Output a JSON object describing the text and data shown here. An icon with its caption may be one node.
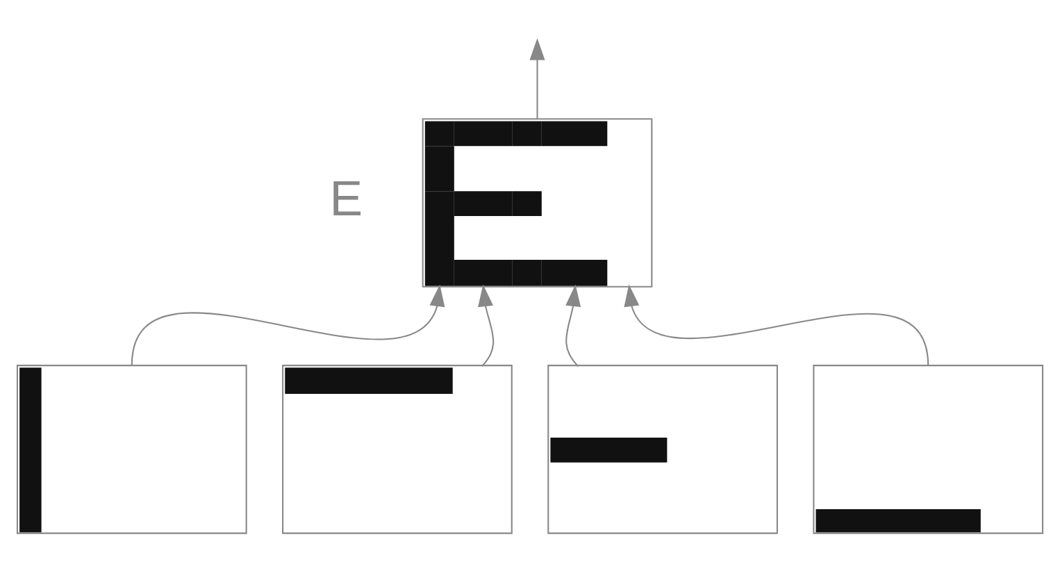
{
  "diagram": {
    "nodes": [
      {
        "text": [],
        "shape": "box",
        "beside": [
          "E"
        ]
      },
      {
        "text": [],
        "shape": "box"
      },
      {
        "text": [],
        "shape": "box"
      },
      {
        "text": [],
        "shape": "box"
      },
      {
        "text": [],
        "shape": "box"
      }
    ],
    "edges": [
      {
        "from": 0,
        "to": null,
        "arrow": "to"
      },
      {
        "from": 1,
        "to": 0,
        "arrow": "to"
      },
      {
        "from": 2,
        "to": 0,
        "arrow": "to"
      },
      {
        "from": 3,
        "to": 0,
        "arrow": "to"
      },
      {
        "from": 4,
        "to": 0,
        "arrow": "to"
      }
    ]
  }
}
